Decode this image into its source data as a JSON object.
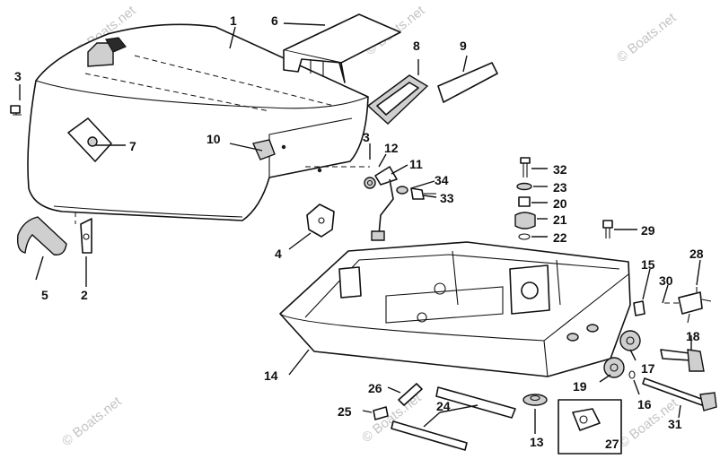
{
  "watermark": "© Boats.net",
  "callouts": [
    "1",
    "2",
    "3",
    "3",
    "4",
    "5",
    "6",
    "7",
    "8",
    "9",
    "10",
    "11",
    "12",
    "13",
    "14",
    "15",
    "16",
    "17",
    "18",
    "19",
    "20",
    "21",
    "22",
    "23",
    "24",
    "25",
    "26",
    "27",
    "28",
    "29",
    "30",
    "31",
    "32",
    "33",
    "34"
  ]
}
